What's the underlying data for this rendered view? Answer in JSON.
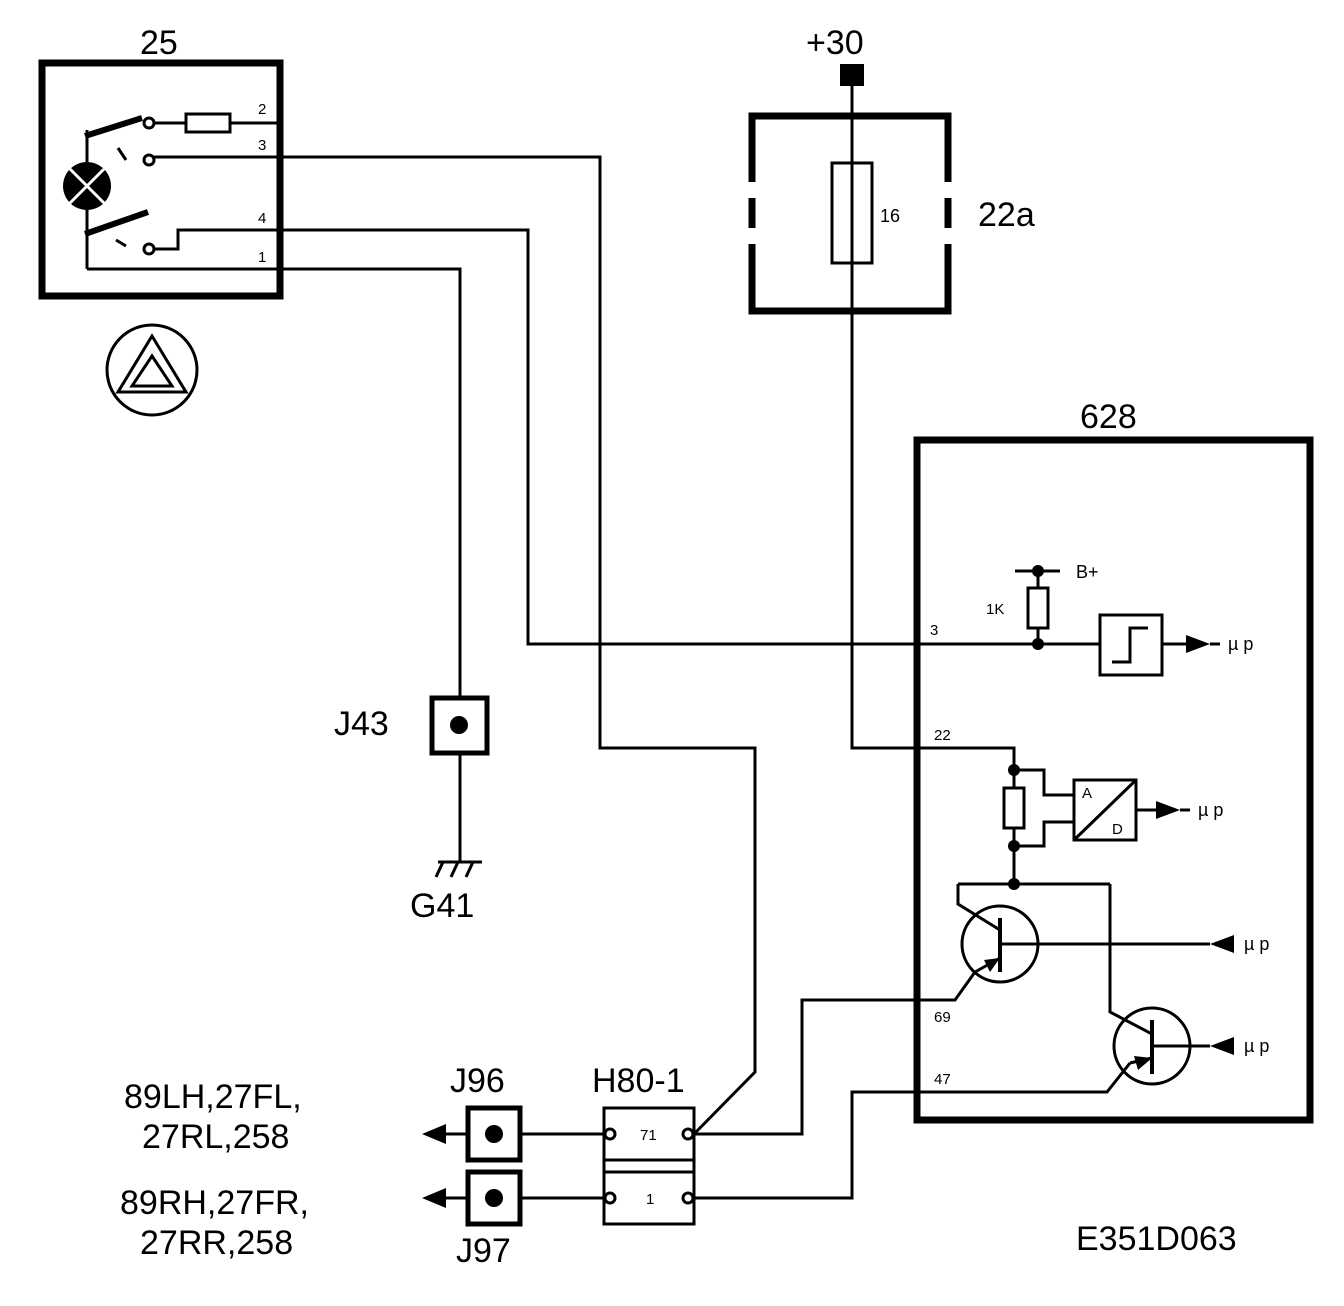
{
  "diagram_id": "E351D063",
  "components": {
    "switch": {
      "label": "25",
      "pins": [
        "2",
        "3",
        "4",
        "1"
      ]
    },
    "fuse_box": {
      "label": "22a",
      "fuse": "16"
    },
    "supply": {
      "label": "+30"
    },
    "module": {
      "label": "628",
      "pins": {
        "p3": "3",
        "p22": "22",
        "p69": "69",
        "p47": "47"
      },
      "resistor": "1K",
      "bplus": "B+",
      "adc_a": "A",
      "adc_d": "D",
      "mu_p": "µ p"
    },
    "splice_j43": {
      "label": "J43"
    },
    "ground": {
      "label": "G41"
    },
    "connector": {
      "label": "H80-1",
      "pin_top": "71",
      "pin_bottom": "1"
    },
    "splice_j96": {
      "label": "J96"
    },
    "splice_j97": {
      "label": "J97"
    }
  },
  "destinations": {
    "left_line1": "89LH,27FL,",
    "left_line2": "27RL,258",
    "right_line1": "89RH,27FR,",
    "right_line2": "27RR,258"
  }
}
